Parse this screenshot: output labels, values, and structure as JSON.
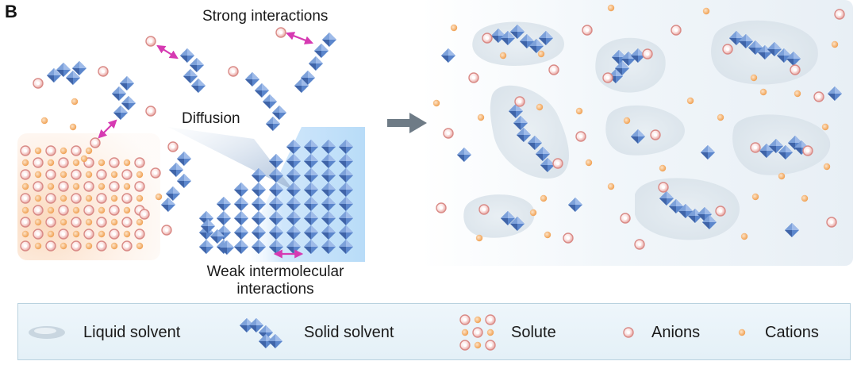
{
  "panel": {
    "letter": "B"
  },
  "labels": {
    "strong": "Strong interactions",
    "diffusion": "Diffusion",
    "weak_line1": "Weak intermolecular",
    "weak_line2": "interactions"
  },
  "legend": {
    "liquid_solvent": "Liquid solvent",
    "solid_solvent": "Solid solvent",
    "solute": "Solute",
    "anions": "Anions",
    "cations": "Cations"
  },
  "icons": [
    "liquid-solvent-icon",
    "solid-solvent-icon",
    "solute-icon",
    "anion-icon",
    "cation-icon",
    "arrow-icon",
    "double-arrow-icon"
  ],
  "colors": {
    "solid_solvent": "#5b86cc",
    "anion_ring": "#d98a86",
    "cation": "#f0a456",
    "interaction_arrow": "#d63ab2",
    "liquid_solvent": "#c9d6e0",
    "transition_arrow": "#6e7b86"
  }
}
